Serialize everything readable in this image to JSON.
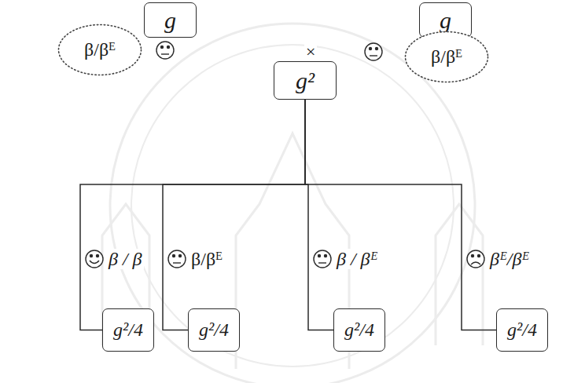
{
  "diagram": {
    "nodes": [
      {
        "text": [
          "g"
        ]
      },
      {
        "text": [
          "β/βᴱ"
        ]
      },
      {
        "text": [
          "g"
        ]
      },
      {
        "text": [
          "β/βᴱ"
        ]
      },
      {
        "text": [
          "g²"
        ]
      },
      {
        "text": [
          "g²/4"
        ]
      },
      {
        "text": [
          "g²/4"
        ]
      },
      {
        "text": [
          "g²/4"
        ]
      },
      {
        "text": [
          "g²/4"
        ]
      }
    ],
    "edges": [
      {
        "from": 4,
        "to": 5,
        "arrow": "none"
      },
      {
        "from": 4,
        "to": 6,
        "arrow": "none"
      },
      {
        "from": 4,
        "to": 7,
        "arrow": "none"
      },
      {
        "from": 4,
        "to": 8,
        "arrow": "none"
      }
    ],
    "labels": [
      "×",
      "β / β",
      "β/βᴱ",
      "β / βᴱ",
      "βᴱ/βᴱ"
    ]
  }
}
